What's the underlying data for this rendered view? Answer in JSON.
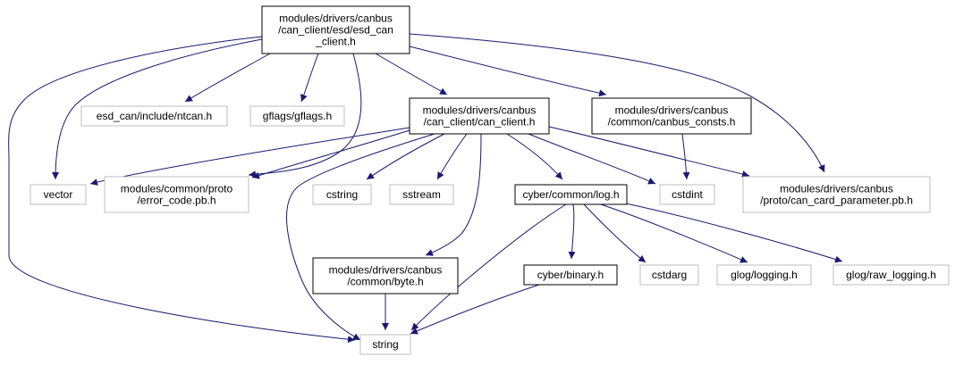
{
  "colors": {
    "edge": "#191970",
    "root_fill": "#bfbfbf",
    "border_strong": "#000000",
    "border_light": "#bfbfbf",
    "text": "#000000"
  },
  "nodes": [
    {
      "id": "esd_can_client",
      "lines": [
        "modules/drivers/canbus",
        "/can_client/esd/esd_can",
        "_client.h"
      ],
      "style": "root"
    },
    {
      "id": "ntcan",
      "lines": [
        "esd_can/include/ntcan.h"
      ],
      "style": "light"
    },
    {
      "id": "gflags",
      "lines": [
        "gflags/gflags.h"
      ],
      "style": "light"
    },
    {
      "id": "can_client",
      "lines": [
        "modules/drivers/canbus",
        "/can_client/can_client.h"
      ],
      "style": "strong"
    },
    {
      "id": "canbus_consts",
      "lines": [
        "modules/drivers/canbus",
        "/common/canbus_consts.h"
      ],
      "style": "strong"
    },
    {
      "id": "vector",
      "lines": [
        "vector"
      ],
      "style": "light"
    },
    {
      "id": "error_code",
      "lines": [
        "modules/common/proto",
        "/error_code.pb.h"
      ],
      "style": "light"
    },
    {
      "id": "cstring",
      "lines": [
        "cstring"
      ],
      "style": "light"
    },
    {
      "id": "sstream",
      "lines": [
        "sstream"
      ],
      "style": "light"
    },
    {
      "id": "log",
      "lines": [
        "cyber/common/log.h"
      ],
      "style": "strong"
    },
    {
      "id": "cstdint",
      "lines": [
        "cstdint"
      ],
      "style": "light"
    },
    {
      "id": "can_card_parameter",
      "lines": [
        "modules/drivers/canbus",
        "/proto/can_card_parameter.pb.h"
      ],
      "style": "light"
    },
    {
      "id": "byte",
      "lines": [
        "modules/drivers/canbus",
        "/common/byte.h"
      ],
      "style": "strong"
    },
    {
      "id": "binary",
      "lines": [
        "cyber/binary.h"
      ],
      "style": "strong"
    },
    {
      "id": "cstdarg",
      "lines": [
        "cstdarg"
      ],
      "style": "light"
    },
    {
      "id": "glog_logging",
      "lines": [
        "glog/logging.h"
      ],
      "style": "light"
    },
    {
      "id": "glog_raw_logging",
      "lines": [
        "glog/raw_logging.h"
      ],
      "style": "light"
    },
    {
      "id": "string",
      "lines": [
        "string"
      ],
      "style": "light"
    }
  ],
  "edges": [
    [
      "esd_can_client",
      "ntcan"
    ],
    [
      "esd_can_client",
      "gflags"
    ],
    [
      "esd_can_client",
      "can_client"
    ],
    [
      "esd_can_client",
      "canbus_consts"
    ],
    [
      "esd_can_client",
      "vector"
    ],
    [
      "esd_can_client",
      "error_code"
    ],
    [
      "esd_can_client",
      "can_card_parameter"
    ],
    [
      "esd_can_client",
      "string"
    ],
    [
      "can_client",
      "vector"
    ],
    [
      "can_client",
      "error_code"
    ],
    [
      "can_client",
      "cstring"
    ],
    [
      "can_client",
      "sstream"
    ],
    [
      "can_client",
      "log"
    ],
    [
      "can_client",
      "cstdint"
    ],
    [
      "can_client",
      "can_card_parameter"
    ],
    [
      "can_client",
      "byte"
    ],
    [
      "can_client",
      "string"
    ],
    [
      "canbus_consts",
      "cstdint"
    ],
    [
      "log",
      "binary"
    ],
    [
      "log",
      "cstdarg"
    ],
    [
      "log",
      "glog_logging"
    ],
    [
      "log",
      "glog_raw_logging"
    ],
    [
      "log",
      "string"
    ],
    [
      "byte",
      "string"
    ],
    [
      "binary",
      "string"
    ]
  ]
}
